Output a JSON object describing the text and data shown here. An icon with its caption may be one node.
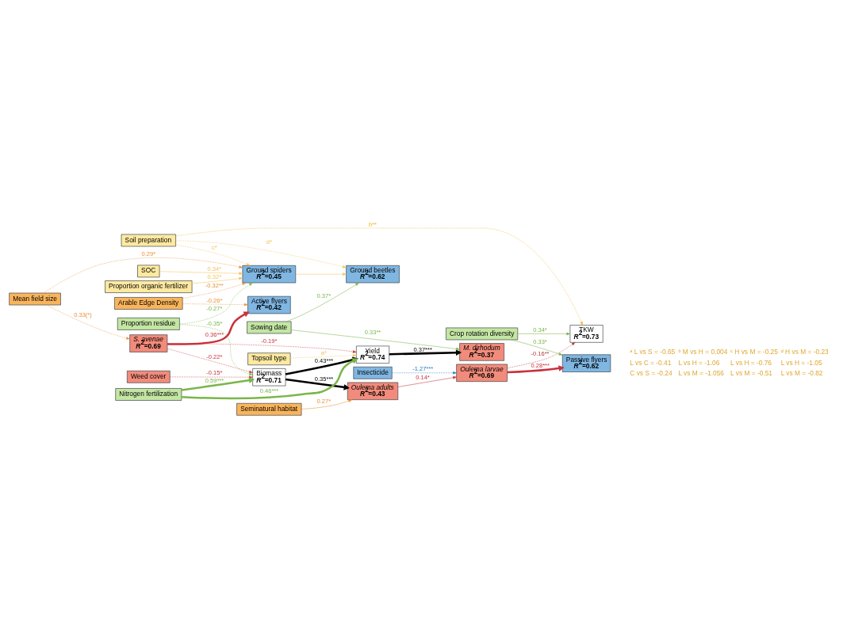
{
  "diagram": {
    "nodes": [
      {
        "text": [
          "SOC"
        ]
      },
      {
        "text": [
          "Proportion organic fertilizer"
        ]
      },
      {
        "text": [
          "Soil preparation"
        ]
      },
      {
        "text": [
          "Topsoil type"
        ]
      },
      {
        "text": [
          "Weed cover"
        ]
      },
      {
        "text": [
          "Arable Edge Density"
        ]
      },
      {
        "text": [
          "Mean field size"
        ]
      },
      {
        "text": [
          "Seminatural habitat"
        ]
      },
      {
        "text": [
          "Ground spiders",
          "*R*$^{2}$=0.45"
        ]
      },
      {
        "text": [
          "Ground beetles",
          "*R*$^{2}$=0.62"
        ]
      },
      {
        "text": [
          "Active flyers",
          "*R*$^{2}$=0.42"
        ]
      },
      {
        "text": [
          "Passive flyers",
          "*R*$^{2}$=0.62"
        ]
      },
      {
        "text": [
          "S. avenae",
          "*R*$^{2}$=0.69"
        ]
      },
      {
        "text": [
          "M. dirhodum",
          "*R*$^{2}$=0.37"
        ]
      },
      {
        "text": [
          "Oulema larvae",
          "*R*$^{2}$=0.69"
        ]
      },
      {
        "text": [
          "Oulema adults",
          "*R*$^{2}$=0.43"
        ]
      },
      {
        "text": [
          "Biomass",
          "*R*$^{2}$=0.71"
        ]
      },
      {
        "text": [
          "Yield",
          "*R*$^{2}$=0.74"
        ]
      },
      {
        "text": [
          "TKW",
          "*R*$^{2}$=0.73"
        ]
      },
      {
        "text": [
          "Insecticide"
        ]
      },
      {
        "text": [
          "Sowing date"
        ]
      },
      {
        "text": [
          "Crop rotation diversity"
        ]
      },
      {
        "text": [
          "Proportion residue"
        ]
      },
      {
        "text": [
          "Nitrogen fertilization"
        ]
      }
    ],
    "edges": [
      {
        "from": 0,
        "to": 8,
        "arrow": "to",
        "label": "0.34*",
        "color": "#f2c25a"
      },
      {
        "from": 1,
        "to": 8,
        "arrow": "to",
        "label": "0.32*",
        "color": "#f2c25a"
      },
      {
        "from": 2,
        "to": 8,
        "arrow": "to",
        "label": "c*",
        "style": "dashed",
        "color": "#f2c25a"
      },
      {
        "from": 2,
        "to": 9,
        "arrow": "to",
        "label": "d*",
        "style": "dashed",
        "color": "#f2c25a"
      },
      {
        "from": 2,
        "to": 18,
        "arrow": "to",
        "label": "b**",
        "style": "dashed",
        "color": "#f0b428"
      },
      {
        "from": 3,
        "to": 17,
        "arrow": "to",
        "label": "a*",
        "style": "dashed",
        "color": "#f2c25a"
      },
      {
        "from": 4,
        "to": 16,
        "arrow": "to",
        "label": "-0.15*",
        "style": "dashed",
        "color": "#c8323c"
      },
      {
        "from": 5,
        "to": 8,
        "arrow": "to",
        "label": "-0.32**",
        "style": "dashed",
        "color": "#e8913a"
      },
      {
        "from": 5,
        "to": 10,
        "arrow": "to",
        "label": "-0.26*",
        "style": "dashed",
        "color": "#e8913a"
      },
      {
        "from": 6,
        "to": 8,
        "arrow": "to",
        "label": "0.29*",
        "style": "dashed",
        "color": "#e8913a"
      },
      {
        "from": 6,
        "to": 12,
        "arrow": "to",
        "label": "0.33(*)",
        "style": "dashed",
        "color": "#e8913a"
      },
      {
        "from": 7,
        "to": 15,
        "arrow": "to",
        "label": "0.27*",
        "color": "#e8913a"
      },
      {
        "from": 8,
        "to": 9,
        "arrow": "to",
        "color": "#f2c25a"
      },
      {
        "from": 12,
        "to": 10,
        "arrow": "to",
        "label": "0.36***",
        "style": "thick",
        "color": "#c8323c"
      },
      {
        "from": 14,
        "to": 11,
        "arrow": "to",
        "label": "0.28***",
        "style": "thick",
        "color": "#c8323c"
      },
      {
        "from": 15,
        "to": 14,
        "arrow": "to",
        "label": "0.14*",
        "color": "#c8323c"
      },
      {
        "from": 12,
        "to": 16,
        "arrow": "to",
        "label": "-0.22*",
        "style": "dashed",
        "color": "#c8323c"
      },
      {
        "from": 12,
        "to": 17,
        "arrow": "to",
        "label": "-0.19*",
        "style": "dashed",
        "color": "#c8323c"
      },
      {
        "from": 14,
        "to": 18,
        "arrow": "to",
        "label": "-0.16**",
        "style": "dashed",
        "color": "#b03a3a"
      },
      {
        "from": 16,
        "to": 17,
        "arrow": "to",
        "label": "0.43***",
        "style": "thick",
        "color": "#000000"
      },
      {
        "from": 17,
        "to": 13,
        "arrow": "to",
        "label": "0.37***",
        "style": "thick",
        "color": "#000000"
      },
      {
        "from": 16,
        "to": 15,
        "arrow": "to",
        "label": "0.35***",
        "style": "thick",
        "color": "#000000"
      },
      {
        "from": 19,
        "to": 14,
        "arrow": "to",
        "label": "-1.27***",
        "style": "dashed",
        "color": "#1f78c8"
      },
      {
        "from": 20,
        "to": 9,
        "arrow": "to",
        "label": "0.37*",
        "color": "#7ab648"
      },
      {
        "from": 20,
        "to": 13,
        "arrow": "to",
        "label": "0.33**",
        "color": "#7ab648"
      },
      {
        "from": 21,
        "to": 11,
        "arrow": "to",
        "label": "0.33*",
        "color": "#7ab648"
      },
      {
        "from": 21,
        "to": 18,
        "arrow": "to",
        "label": "0.34*",
        "color": "#7ab648"
      },
      {
        "from": 22,
        "to": 16,
        "arrow": "to",
        "label": "-0.35*",
        "style": "dashed",
        "color": "#7ab648"
      },
      {
        "from": 22,
        "to": 8,
        "arrow": "to",
        "label": "-0.27*",
        "style": "dashed",
        "color": "#7ab648"
      },
      {
        "from": 23,
        "to": 17,
        "arrow": "to",
        "label": "0.46***",
        "style": "thick",
        "color": "#7ab648"
      },
      {
        "from": 23,
        "to": 16,
        "arrow": "to",
        "label": "0.59***",
        "style": "thick",
        "color": "#7ab648"
      }
    ],
    "labels": [
      "ᵃ L vs S = -0.65",
      "ᵇ M vs H = 0.004",
      "ᶜ H vs M = -0.25",
      "ᵈ H vs M = -0.23",
      "L vs C = -0.41",
      "L vs H = -1.06",
      "L vs H = -0.76",
      "L vs H = -1.05",
      "C vs S = -0.24",
      "L vs M = -1.056",
      "L vs M = -0.51",
      "L vs M = -0.82"
    ]
  }
}
